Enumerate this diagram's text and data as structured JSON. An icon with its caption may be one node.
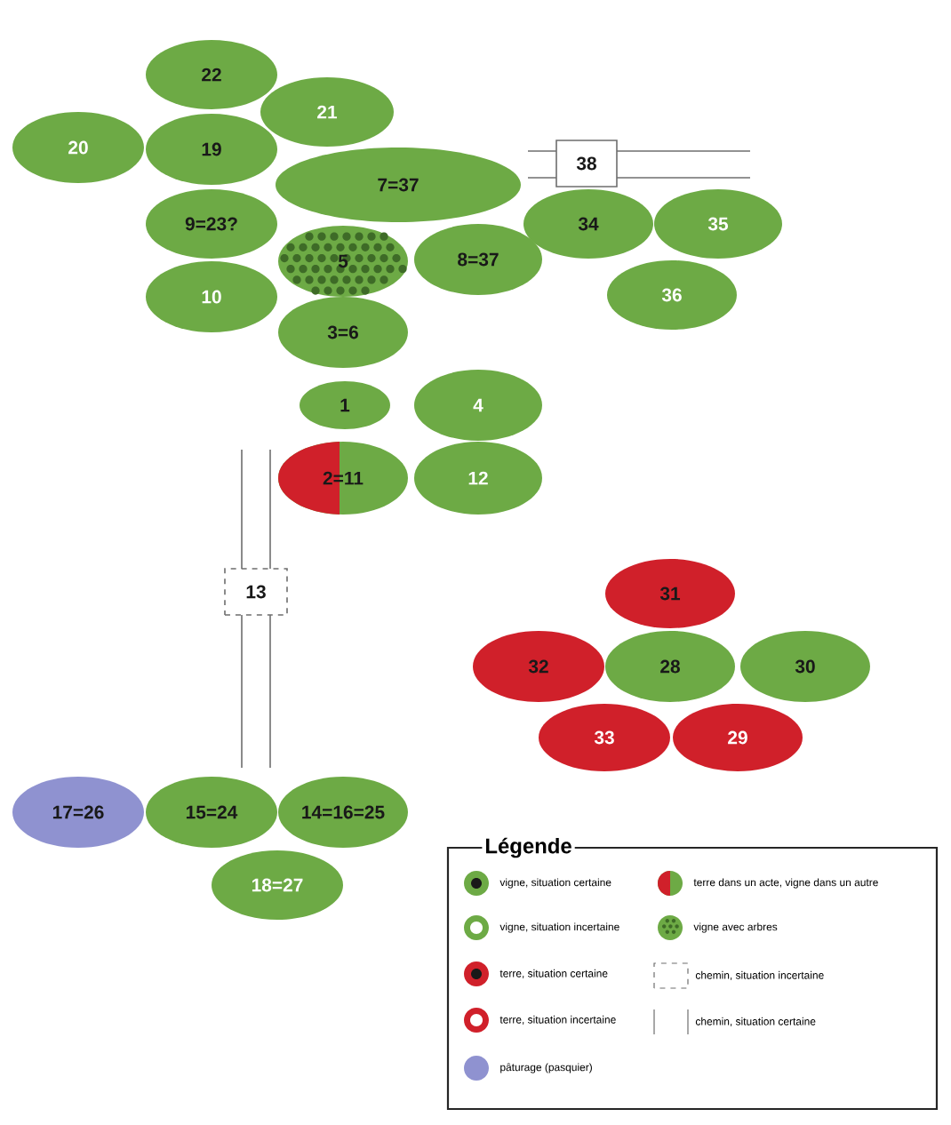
{
  "diagram": {
    "nodes": [
      {
        "text": [
          "22"
        ]
      },
      {
        "text": [
          "21"
        ]
      },
      {
        "text": [
          "20"
        ]
      },
      {
        "text": [
          "19"
        ]
      },
      {
        "text": [
          "38"
        ]
      },
      {
        "text": [
          "7=37"
        ]
      },
      {
        "text": [
          "9=23?"
        ]
      },
      {
        "text": [
          "34"
        ]
      },
      {
        "text": [
          "35"
        ]
      },
      {
        "text": [
          "5"
        ]
      },
      {
        "text": [
          "8=37"
        ]
      },
      {
        "text": [
          "36"
        ]
      },
      {
        "text": [
          "10"
        ]
      },
      {
        "text": [
          "3=6"
        ]
      },
      {
        "text": [
          "1"
        ]
      },
      {
        "text": [
          "4"
        ]
      },
      {
        "text": [
          "2=11"
        ]
      },
      {
        "text": [
          "12"
        ]
      },
      {
        "text": [
          "13"
        ]
      },
      {
        "text": [
          "31"
        ]
      },
      {
        "text": [
          "32"
        ]
      },
      {
        "text": [
          "28"
        ]
      },
      {
        "text": [
          "30"
        ]
      },
      {
        "text": [
          "33"
        ]
      },
      {
        "text": [
          "29"
        ]
      },
      {
        "text": [
          "17=26"
        ]
      },
      {
        "text": [
          "15=24"
        ]
      },
      {
        "text": [
          "14=16=25"
        ]
      },
      {
        "text": [
          "18=27"
        ]
      }
    ],
    "labels": [
      "Légende"
    ],
    "legend": [
      {
        "text": "vigne, situation certaine",
        "color": "#6daa45"
      },
      {
        "text": "terre dans un acte, vigne dans un autre"
      },
      {
        "text": "vigne, situation incertaine",
        "color": "#6daa45"
      },
      {
        "text": "vigne avec arbres",
        "color": "#6daa45"
      },
      {
        "text": "terre, situation certaine",
        "color": "#d0202a"
      },
      {
        "text": "chemin, situation incertaine"
      },
      {
        "text": "terre, situation incertaine",
        "color": "#d0202a"
      },
      {
        "text": "chemin, situation certaine"
      },
      {
        "text": "pâturage (pasquier)",
        "color": "#8f92d0"
      }
    ]
  }
}
